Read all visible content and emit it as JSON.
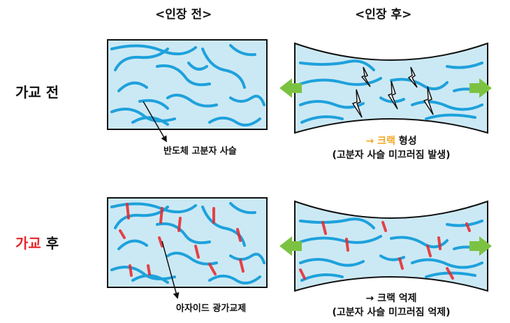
{
  "headers": {
    "before_stretch": "<인장 전>",
    "after_stretch": "<인장 후>"
  },
  "rows": {
    "before_crosslink": "가교 전",
    "after_crosslink_word": "가교",
    "after_crosslink_suffix": "후"
  },
  "labels": {
    "polymer_chain": "반도체 고분자 사슬",
    "crosslinker": "아자이드 광가교제"
  },
  "captions": {
    "top_arrow": "→",
    "top_crack": "크랙",
    "top_rest": "형성",
    "top_line2": "(고분자 사슬 미끄러짐 발생)",
    "bottom_line1": "→ 크랙 억제",
    "bottom_line2": "(고분자 사슬 미끄러짐 억제)"
  },
  "colors": {
    "panel_fill": "#cbe9f4",
    "chain": "#1ea1dc",
    "crosslink": "#e8262a",
    "arrow": "#7cc242",
    "accent_red": "#e8262a",
    "accent_orange": "#f5a623"
  }
}
